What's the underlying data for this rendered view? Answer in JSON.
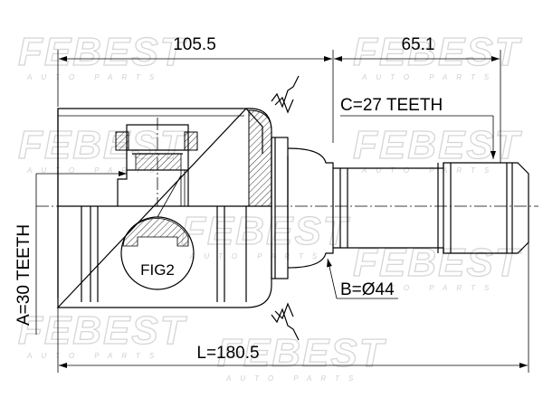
{
  "watermark": {
    "brand": "FEBEST",
    "tagline": "AUTO PARTS"
  },
  "dimensions": {
    "housing_length": "105.5",
    "shaft_length": "65.1",
    "total_length": "L=180.5",
    "outer_teeth": "C=27 TEETH",
    "inner_teeth": "A=30 TEETH",
    "abs_ring": "B=Ø44"
  },
  "labels": {
    "detail_figure": "FIG2"
  }
}
